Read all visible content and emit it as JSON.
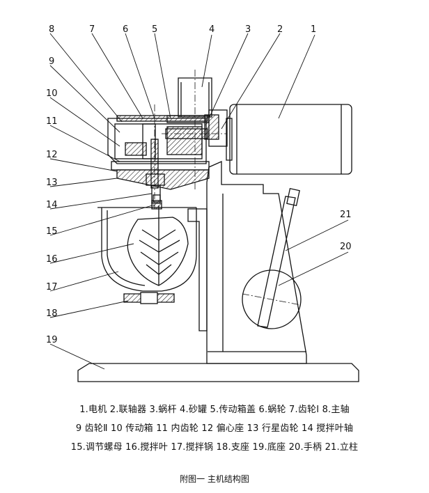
{
  "callouts": {
    "n1": "1",
    "n2": "2",
    "n3": "3",
    "n4": "4",
    "n5": "5",
    "n6": "6",
    "n7": "7",
    "n8": "8",
    "n9": "9",
    "n10": "10",
    "n11": "11",
    "n12": "12",
    "n13": "13",
    "n14": "14",
    "n15": "15",
    "n16": "16",
    "n17": "17",
    "n18": "18",
    "n19": "19",
    "n20": "20",
    "n21": "21"
  },
  "legend": {
    "line1": "1.电机  2.联轴器  3.蜗杆  4.砂罐  5.传动箱盖  6.蜗轮  7.齿轮Ⅰ  8.主轴",
    "line2": "9 齿轮Ⅱ  10 传动箱  11 内齿轮  12 偏心座  13 行星齿轮  14 搅拌叶轴",
    "line3": "15.调节螺母  16.搅拌叶  17.搅拌锅  18.支座  19.底座  20.手柄  21.立柱"
  },
  "caption": "附图一    主机结构图"
}
